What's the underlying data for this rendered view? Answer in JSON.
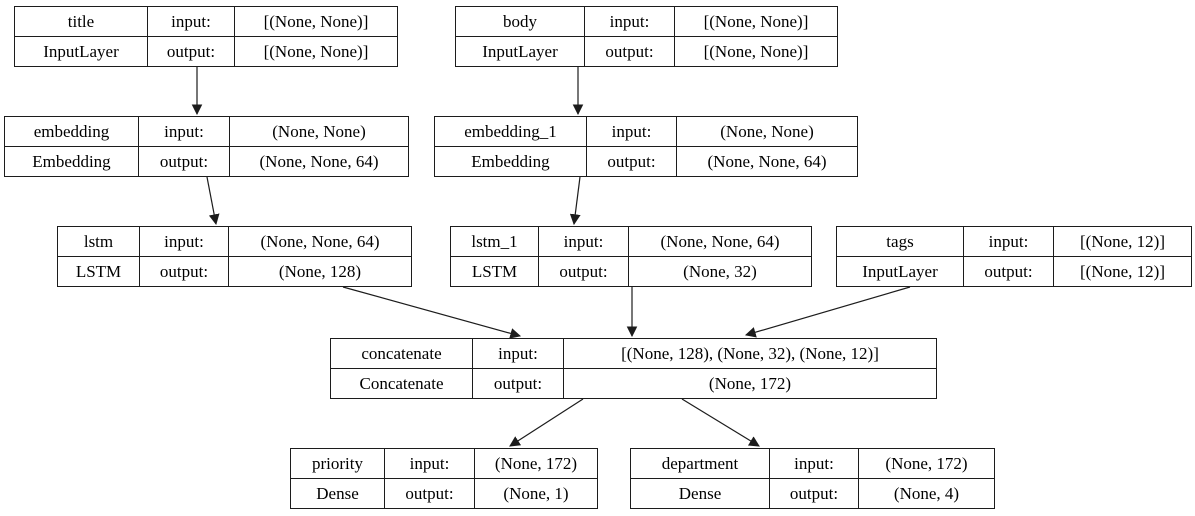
{
  "labels": {
    "input": "input:",
    "output": "output:"
  },
  "nodes": {
    "title": {
      "name": "title",
      "type": "InputLayer",
      "input": "[(None, None)]",
      "output": "[(None, None)]"
    },
    "body": {
      "name": "body",
      "type": "InputLayer",
      "input": "[(None, None)]",
      "output": "[(None, None)]"
    },
    "embedding": {
      "name": "embedding",
      "type": "Embedding",
      "input": "(None, None)",
      "output": "(None, None, 64)"
    },
    "embedding_1": {
      "name": "embedding_1",
      "type": "Embedding",
      "input": "(None, None)",
      "output": "(None, None, 64)"
    },
    "lstm": {
      "name": "lstm",
      "type": "LSTM",
      "input": "(None, None, 64)",
      "output": "(None, 128)"
    },
    "lstm_1": {
      "name": "lstm_1",
      "type": "LSTM",
      "input": "(None, None, 64)",
      "output": "(None, 32)"
    },
    "tags": {
      "name": "tags",
      "type": "InputLayer",
      "input": "[(None, 12)]",
      "output": "[(None, 12)]"
    },
    "concatenate": {
      "name": "concatenate",
      "type": "Concatenate",
      "input": "[(None, 128), (None, 32), (None, 12)]",
      "output": "(None, 172)"
    },
    "priority": {
      "name": "priority",
      "type": "Dense",
      "input": "(None, 172)",
      "output": "(None, 1)"
    },
    "department": {
      "name": "department",
      "type": "Dense",
      "input": "(None, 172)",
      "output": "(None, 4)"
    }
  },
  "edges": [
    {
      "from": "title",
      "to": "embedding"
    },
    {
      "from": "body",
      "to": "embedding_1"
    },
    {
      "from": "embedding",
      "to": "lstm"
    },
    {
      "from": "embedding_1",
      "to": "lstm_1"
    },
    {
      "from": "lstm",
      "to": "concatenate"
    },
    {
      "from": "lstm_1",
      "to": "concatenate"
    },
    {
      "from": "tags",
      "to": "concatenate"
    },
    {
      "from": "concatenate",
      "to": "priority"
    },
    {
      "from": "concatenate",
      "to": "department"
    }
  ],
  "colors": {
    "background": "#ffffff",
    "border": "#1c1c1c",
    "text": "#000000",
    "edge": "#1c1c1c"
  }
}
